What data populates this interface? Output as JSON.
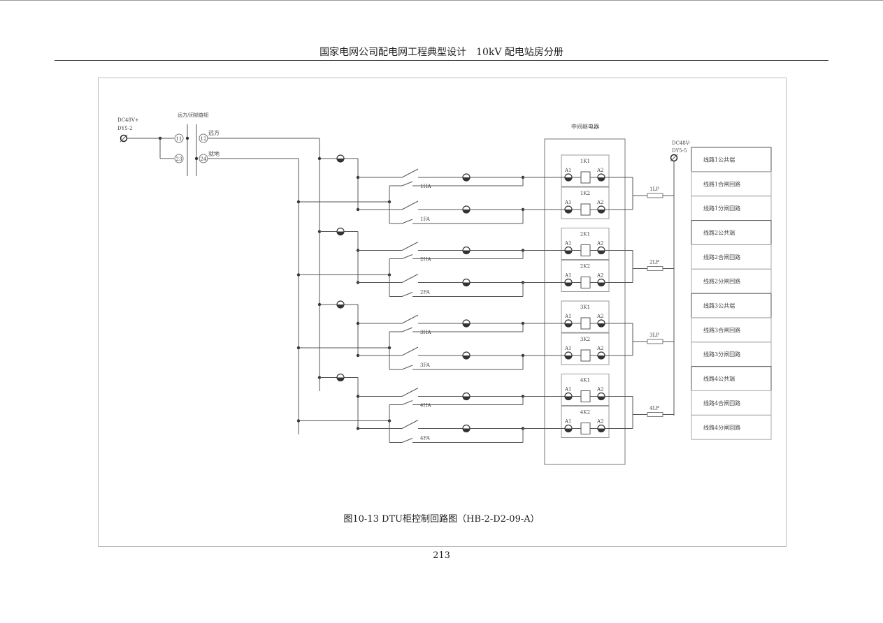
{
  "header": {
    "title": "国家电网公司配电网工程典型设计　10kV 配电站房分册"
  },
  "diagram": {
    "supply_pos": {
      "line1": "DC48V+",
      "line2": "DY5-2"
    },
    "supply_neg": {
      "line1": "DC48V-",
      "line2": "DY5-5"
    },
    "switch_title": "远方/闭锁旋钮",
    "switch_terminals": [
      "11",
      "12",
      "23",
      "24"
    ],
    "switch_remote": "远方",
    "switch_local": "就地",
    "relay_title": "中间继电器",
    "relay_pin_a1": "A1",
    "relay_pin_a2": "A2",
    "groups": [
      {
        "ha": "1HA",
        "fa": "1FA",
        "k1": "1K1",
        "k2": "1K2",
        "lp": "1LP",
        "rows": [
          "线路1公共端",
          "线路1合闸回路",
          "线路1分闸回路"
        ]
      },
      {
        "ha": "2HA",
        "fa": "2FA",
        "k1": "2K1",
        "k2": "2K2",
        "lp": "2LP",
        "rows": [
          "线路2公共端",
          "线路2合闸回路",
          "线路2分闸回路"
        ]
      },
      {
        "ha": "3HA",
        "fa": "3FA",
        "k1": "3K1",
        "k2": "3K2",
        "lp": "3LP",
        "rows": [
          "线路3公共端",
          "线路3合闸回路",
          "线路3分闸回路"
        ]
      },
      {
        "ha": "4HA",
        "fa": "4FA",
        "k1": "4K1",
        "k2": "4K2",
        "lp": "4LP",
        "rows": [
          "线路4公共端",
          "线路4合闸回路",
          "线路4分闸回路"
        ]
      }
    ]
  },
  "caption": "图10-13 DTU柜控制回路图（HB-2-D2-09-A）",
  "page_number": "213"
}
